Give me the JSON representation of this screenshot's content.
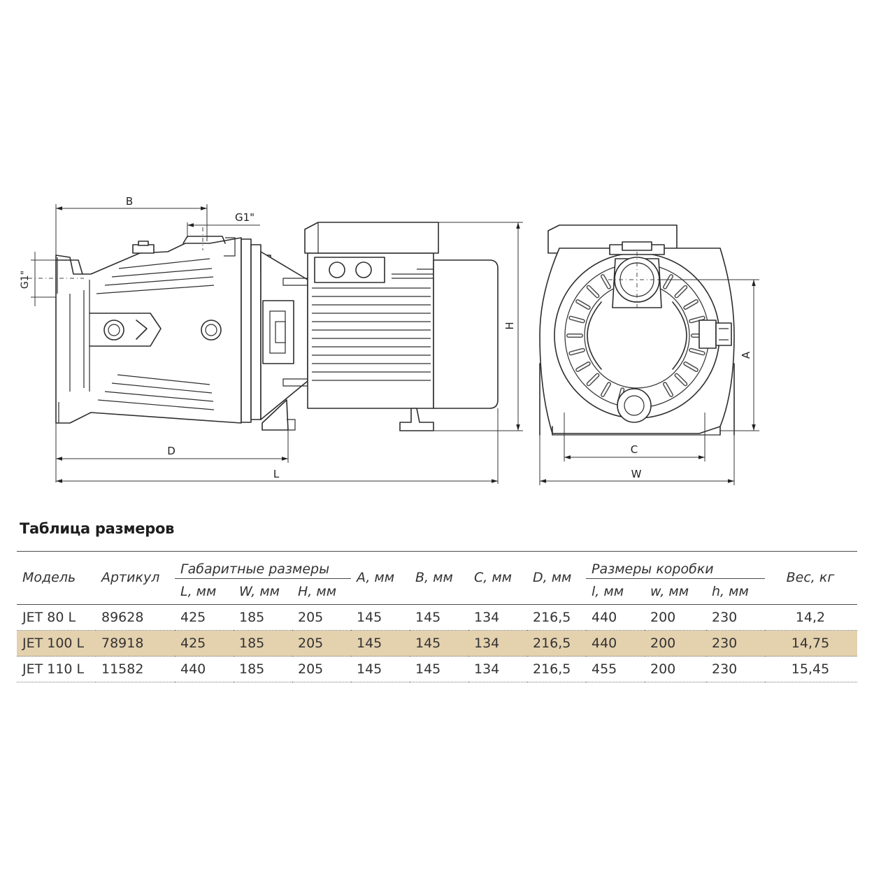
{
  "drawing": {
    "labels": {
      "b": "B",
      "g1_top": "G1\"",
      "g1_side": "G1\"",
      "h": "H",
      "d": "D",
      "l": "L",
      "a": "A",
      "c": "C",
      "w": "W"
    }
  },
  "table": {
    "title": "Таблица размеров",
    "headers": {
      "model": "Модель",
      "article": "Артикул",
      "overall": "Габаритные размеры",
      "L": "L, мм",
      "W": "W, мм",
      "H": "H, мм",
      "A": "A, мм",
      "B": "B, мм",
      "C": "C, мм",
      "D": "D, мм",
      "box": "Размеры коробки",
      "l": "l, мм",
      "w": "w, мм",
      "h": "h, мм",
      "weight": "Вес, кг"
    },
    "rows": [
      {
        "model": "JET 80 L",
        "article": "89628",
        "L": "425",
        "W": "185",
        "H": "205",
        "A": "145",
        "B": "145",
        "C": "134",
        "D": "216,5",
        "l": "440",
        "w": "200",
        "h": "230",
        "weight": "14,2"
      },
      {
        "model": "JET 100 L",
        "article": "78918",
        "L": "425",
        "W": "185",
        "H": "205",
        "A": "145",
        "B": "145",
        "C": "134",
        "D": "216,5",
        "l": "440",
        "w": "200",
        "h": "230",
        "weight": "14,75"
      },
      {
        "model": "JET 110 L",
        "article": "11582",
        "L": "440",
        "W": "185",
        "H": "205",
        "A": "145",
        "B": "145",
        "C": "134",
        "D": "216,5",
        "l": "455",
        "w": "200",
        "h": "230",
        "weight": "15,45"
      }
    ]
  },
  "colors": {
    "highlight_row": "#e4d1ae",
    "line": "#2d2d2d"
  }
}
